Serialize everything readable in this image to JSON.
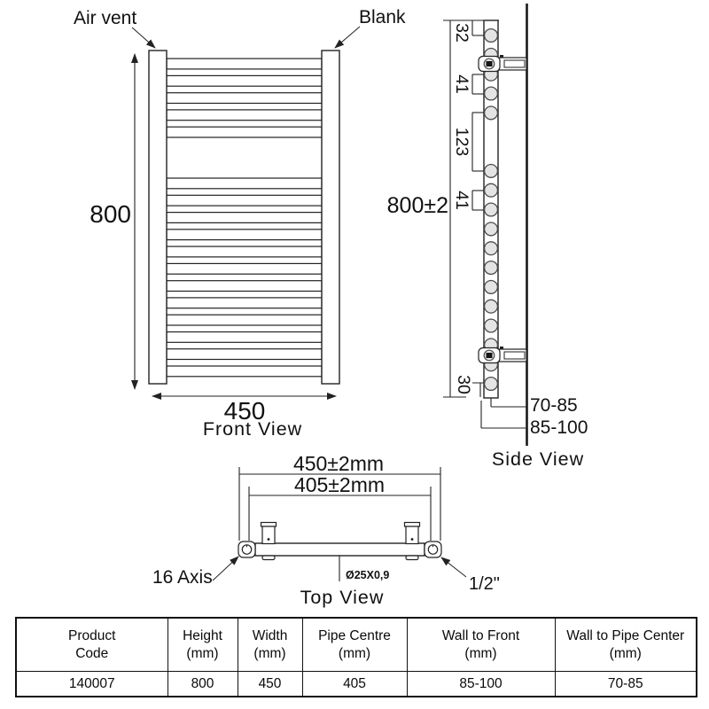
{
  "front_view": {
    "caption": "Front View",
    "air_vent_label": "Air vent",
    "blank_label": "Blank",
    "height_dim": "800",
    "width_dim": "450"
  },
  "side_view": {
    "caption": "Side View",
    "overall_height_dim": "800±2",
    "spacing_dims": [
      "32",
      "41",
      "123",
      "41",
      "30"
    ],
    "wall_to_pipe_center_dim": "70-85",
    "wall_to_front_dim": "85-100",
    "bar_centers_mm": [
      32,
      73,
      114,
      155,
      196,
      319,
      360,
      401,
      442,
      483,
      524,
      565,
      606,
      647,
      688,
      729,
      770
    ]
  },
  "top_view": {
    "caption": "Top View",
    "overall_width_dim": "450±2mm",
    "pipe_centres_dim": "405±2mm",
    "tube_spec_label": "Ø25X0,9",
    "axis_label": "16 Axis",
    "connection_label": "1/2\""
  },
  "spec_table": {
    "headers": [
      {
        "line1": "Product",
        "line2": "Code"
      },
      {
        "line1": "Height",
        "line2": "(mm)"
      },
      {
        "line1": "Width",
        "line2": "(mm)"
      },
      {
        "line1": "Pipe Centre",
        "line2": "(mm)"
      },
      {
        "line1": "Wall to Front",
        "line2": "(mm)"
      },
      {
        "line1": "Wall to Pipe Center",
        "line2": "(mm)"
      }
    ],
    "row": [
      "140007",
      "800",
      "450",
      "405",
      "85-100",
      "70-85"
    ]
  },
  "colors": {
    "line": "#222222",
    "bar_fill": "#e4e4e4",
    "bar_stroke": "#4d4d4d"
  }
}
